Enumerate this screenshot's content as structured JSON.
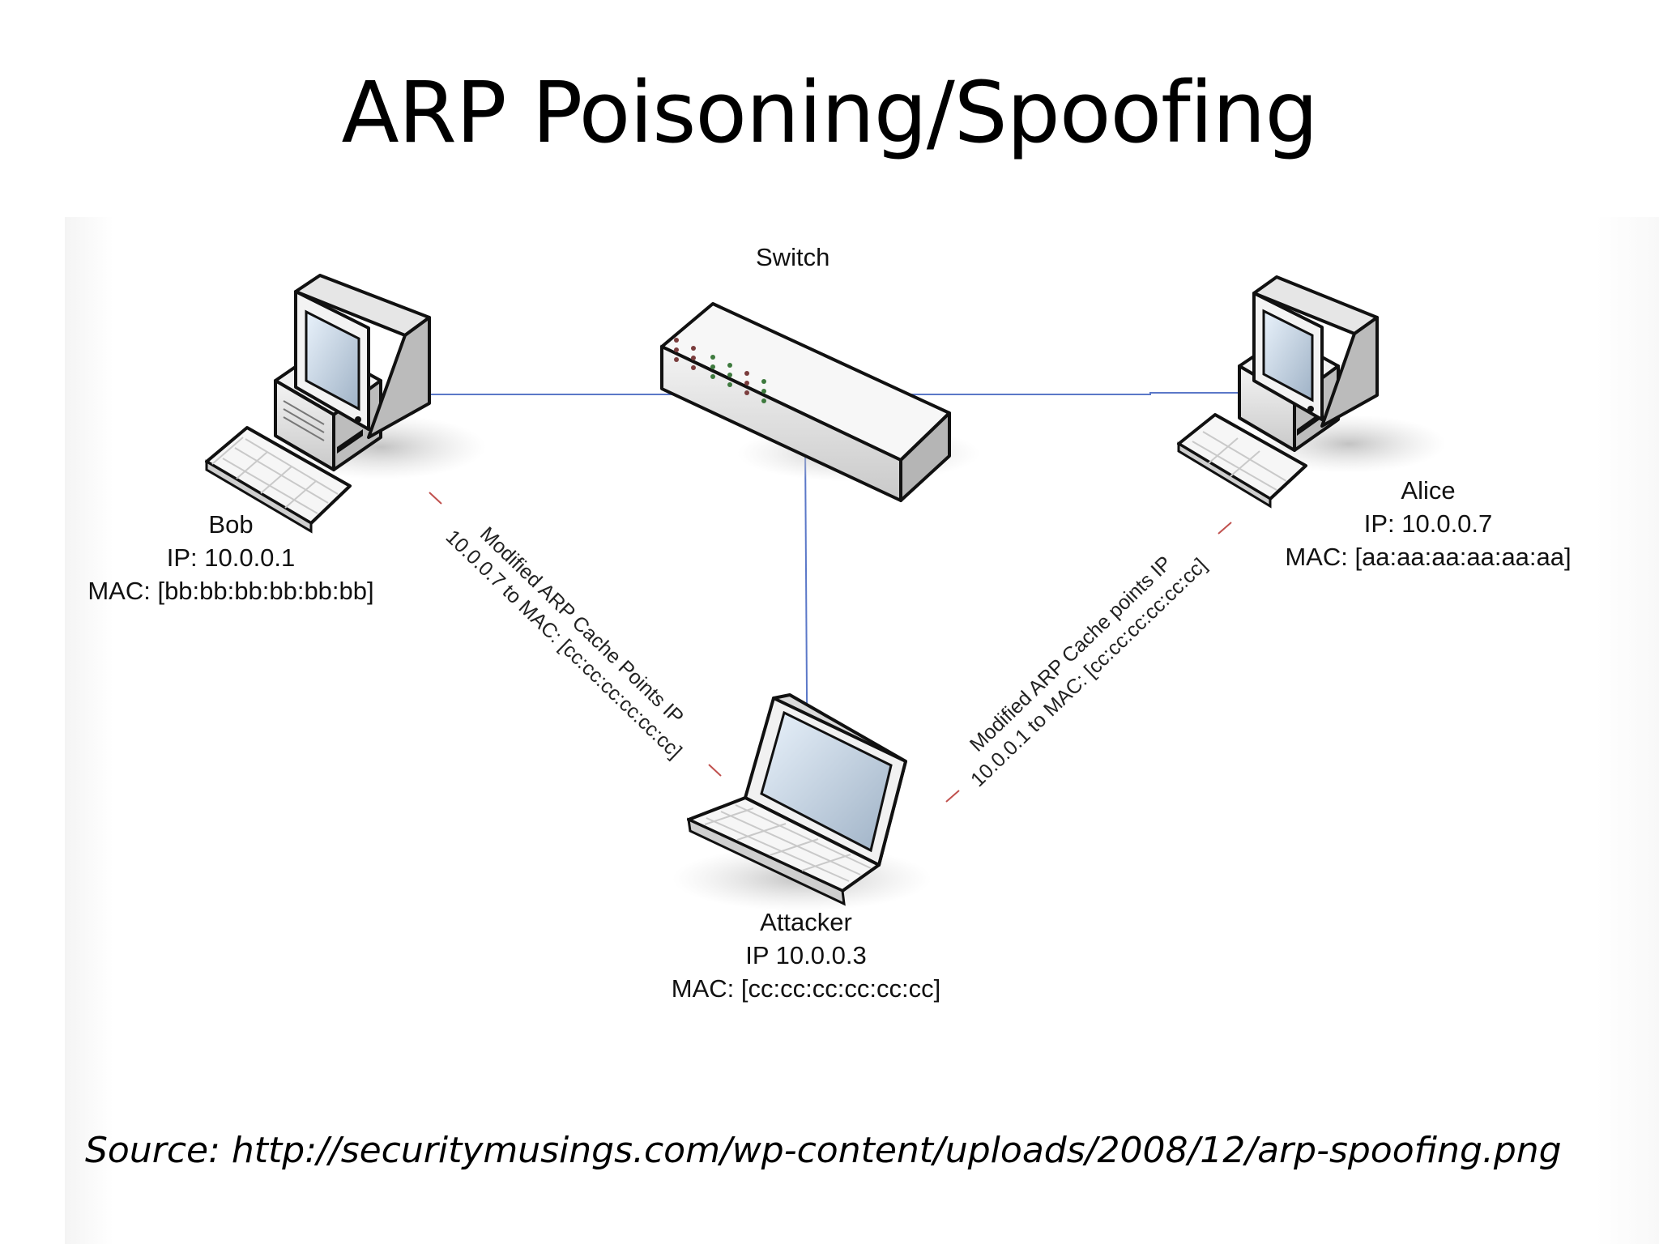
{
  "title": "ARP Poisoning/Spoofing",
  "switch": {
    "label": "Switch"
  },
  "bob": {
    "name": "Bob",
    "ip": "IP: 10.0.0.1",
    "mac": "MAC: [bb:bb:bb:bb:bb:bb]"
  },
  "alice": {
    "name": "Alice",
    "ip": "IP: 10.0.0.7",
    "mac": "MAC: [aa:aa:aa:aa:aa:aa]"
  },
  "attacker": {
    "name": "Attacker",
    "ip": "IP 10.0.0.3",
    "mac": "MAC: [cc:cc:cc:cc:cc:cc]"
  },
  "annotations": {
    "bob_side": {
      "line1": "Modified ARP Cache Points IP",
      "line2": "10.0.0.7 to MAC: [cc:cc:cc:cc:cc:cc]"
    },
    "alice_side": {
      "line1": "Modified ARP Cache points IP",
      "line2": "10.0.0.1 to MAC: [cc:cc:cc:cc:cc:cc]"
    }
  },
  "source": "Source: http://securitymusings.com/wp-content/uploads/2008/12/arp-spoofing.png",
  "colors": {
    "link": "#5b78c8",
    "arrow": "#c0504d"
  }
}
